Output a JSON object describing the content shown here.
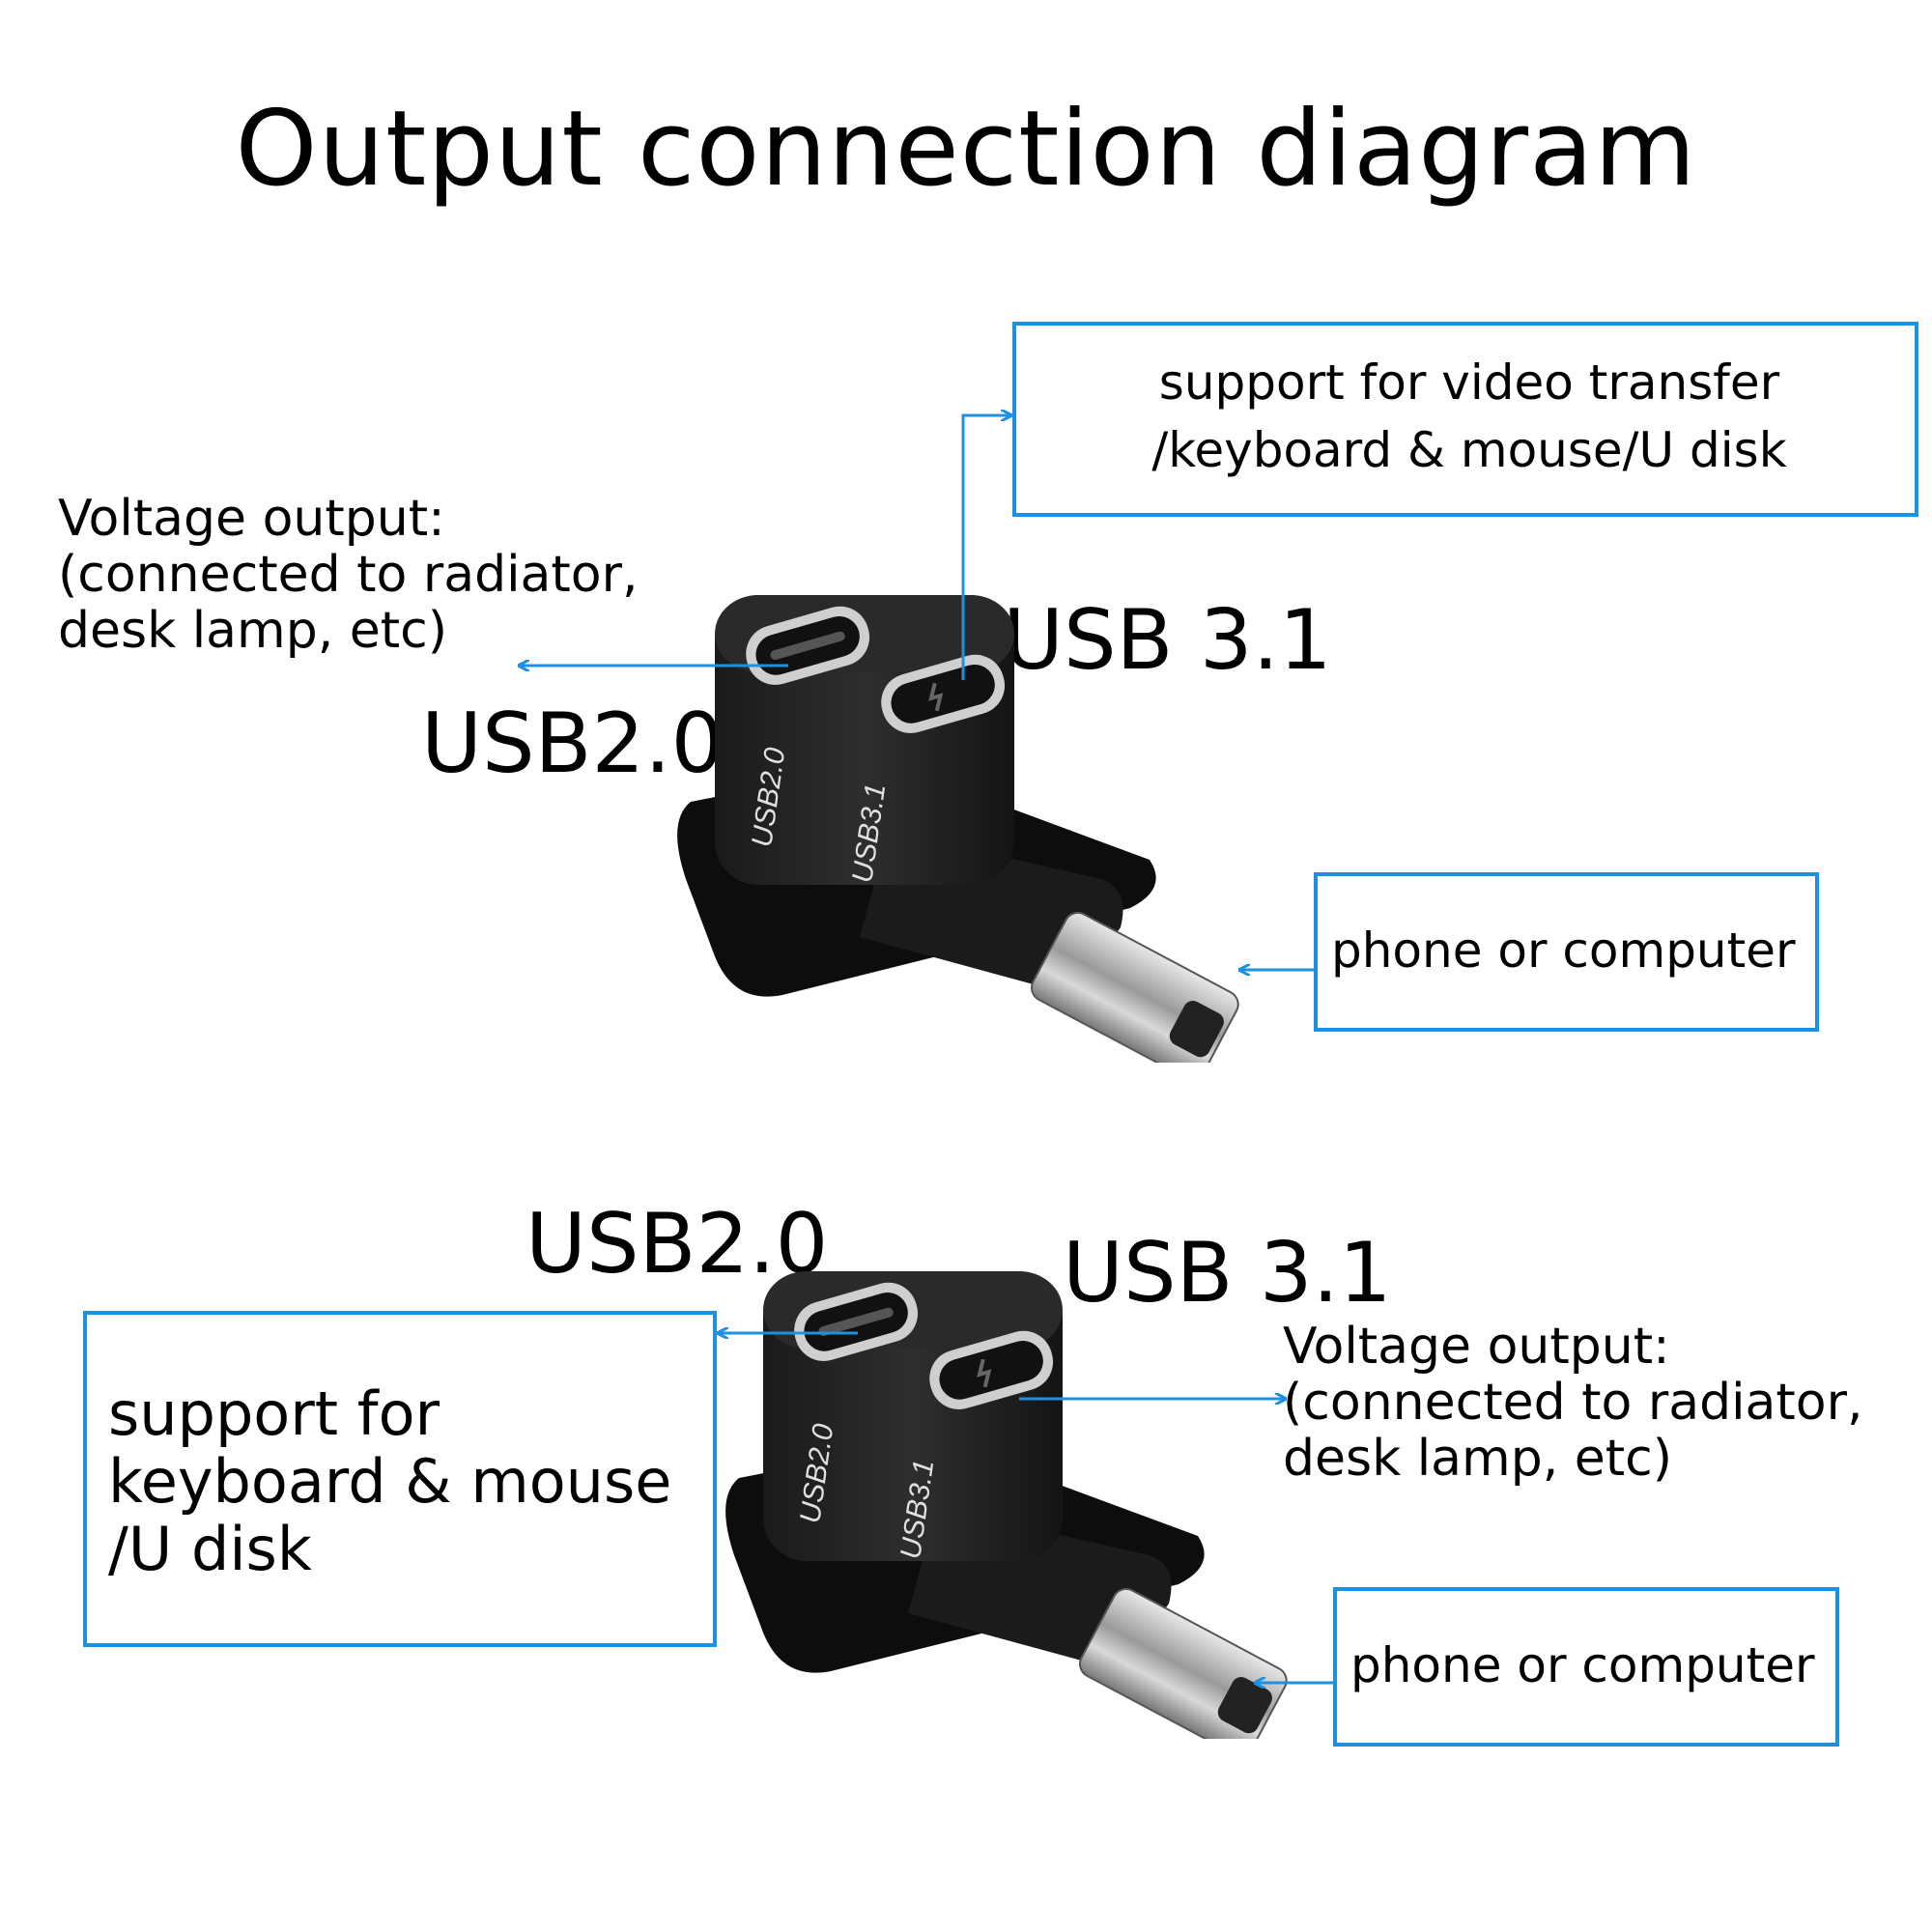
{
  "title": "Output connection diagram",
  "accent_color": "#1e90e0",
  "top_diagram": {
    "usb31_box": "support for video transfer\n/keyboard & mouse/U disk",
    "voltage_label": "Voltage output:\n(connected to radiator,\ndesk lamp, etc)",
    "usb31_label": "USB 3.1",
    "usb20_label": "USB2.0",
    "device_box": "phone or computer",
    "port_marks": [
      "USB2.0",
      "USB3.1"
    ]
  },
  "bottom_diagram": {
    "usb20_label": "USB2.0",
    "usb31_label": "USB 3.1",
    "usb20_box": "support for\nkeyboard & mouse\n/U disk",
    "voltage_label": "Voltage output:\n(connected to radiator,\ndesk lamp, etc)",
    "device_box": "phone or computer",
    "port_marks": [
      "USB2.0",
      "USB3.1"
    ]
  }
}
